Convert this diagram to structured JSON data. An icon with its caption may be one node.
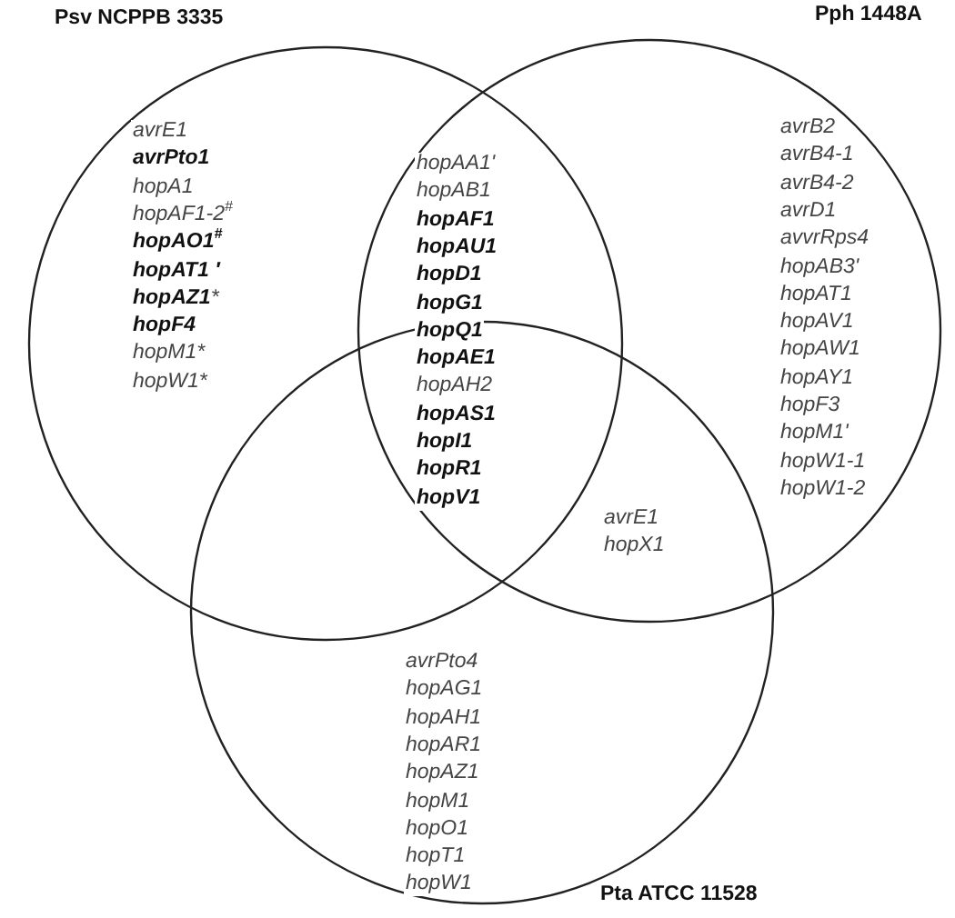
{
  "diagram": {
    "nodes": [
      {
        "text": [
          "Psv NCPPB 3335"
        ]
      },
      {
        "text": [
          "Pph 1448A"
        ]
      },
      {
        "text": [
          "Pta ATCC 11528"
        ]
      }
    ],
    "edges": [],
    "labels": [
      "avrE1",
      "**avrPto1**",
      "hopA1",
      "hopAF1-2$^{#}$",
      "**hopAO1$^{#}$**",
      "**hopAT1 ′**",
      "**hopAZ1***",
      "**hopF4**",
      "hopM1*",
      "hopW1*",
      "hopAA1'",
      "hopAB1",
      "**hopAF1**",
      "**hopAU1**",
      "**hopD1**",
      "**hopG1**",
      "**hopQ1**",
      "**hopAE1**",
      "hopAH2",
      "**hopAS1**",
      "**hopI1**",
      "**hopR1**",
      "**hopV1**",
      "avrB2",
      "avrB4-1",
      "avrB4-2",
      "avrD1",
      "avvrRps4",
      "hopAB3'",
      "hopAT1",
      "hopAV1",
      "hopAW1",
      "hopAY1",
      "hopF3",
      "hopM1'",
      "hopW1-1",
      "hopW1-2",
      "avrE1",
      "hopX1",
      "avrPto4",
      "hopAG1",
      "hopAH1",
      "hopAR1",
      "hopAZ1",
      "hopM1",
      "hopO1",
      "hopT1",
      "hopW1"
    ]
  }
}
